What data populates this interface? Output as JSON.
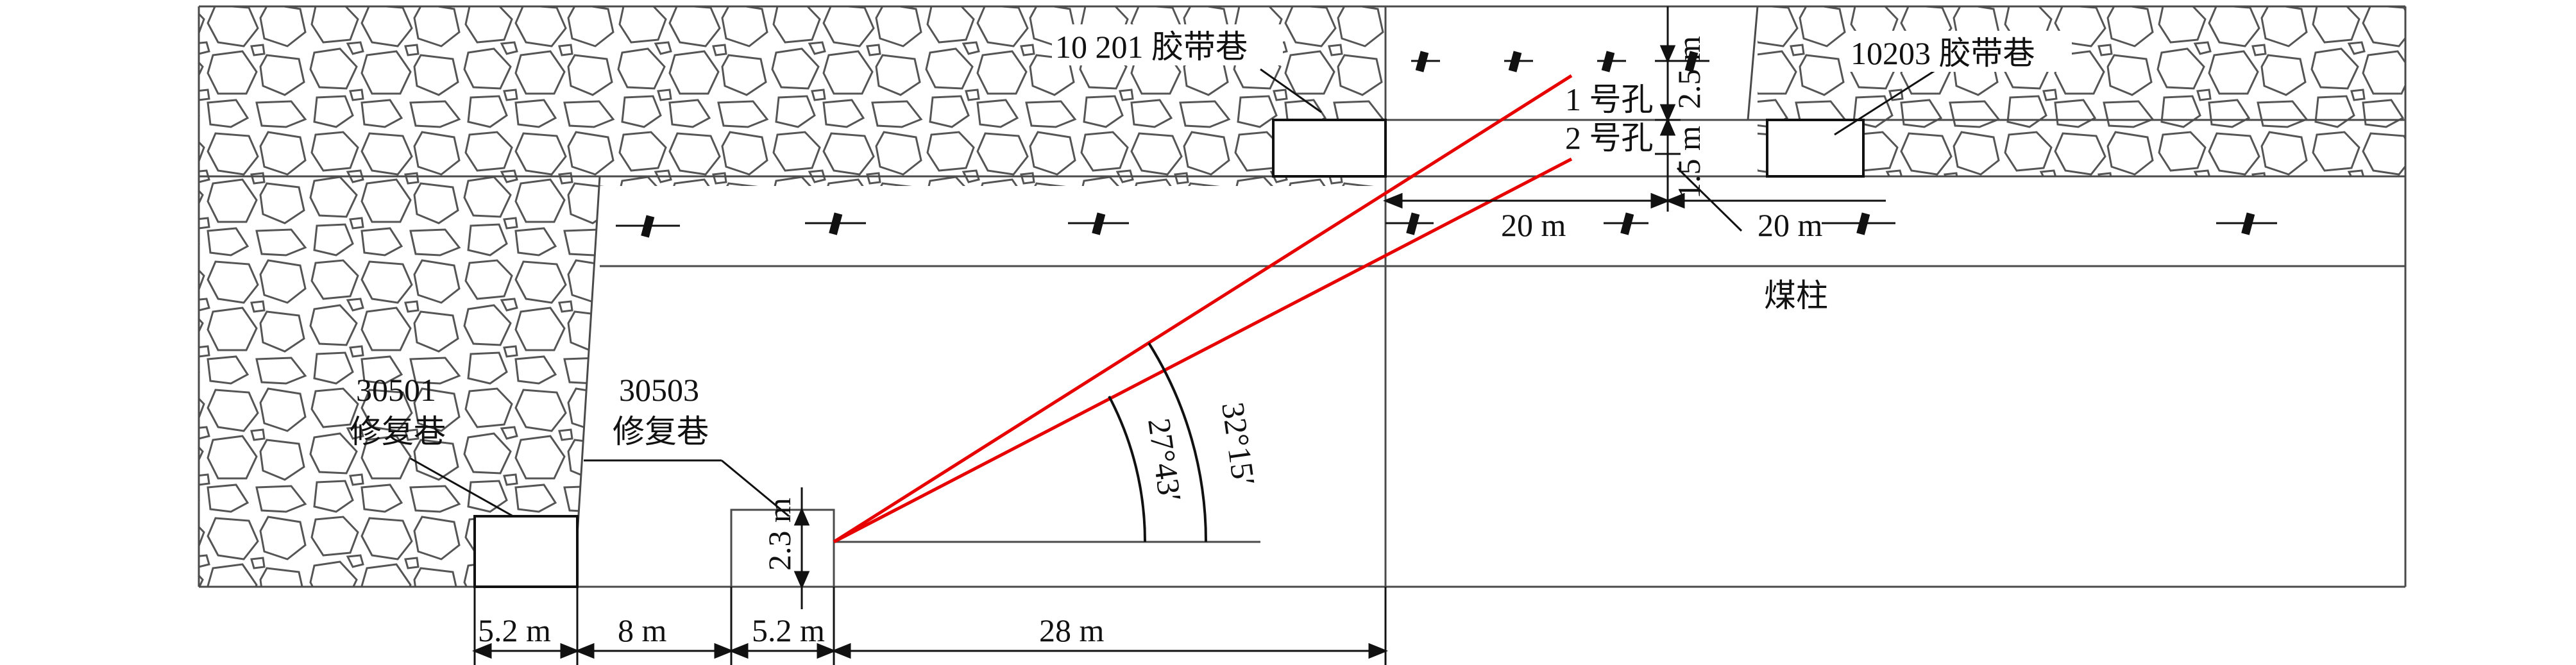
{
  "colors": {
    "line": "#4a4a4a",
    "dark": "#111111",
    "drill_hole": "#e60000",
    "rock_fill": "#ffffff"
  },
  "labels": {
    "roadway_10201": "10 201 胶带巷",
    "roadway_10203": "10203 胶带巷",
    "hole_1": "1 号孔",
    "hole_2": "2 号孔",
    "coal_pillar": "煤柱",
    "roadway_30501": [
      "30501",
      "修复巷"
    ],
    "roadway_30503": [
      "30503",
      "修复巷"
    ]
  },
  "dimensions": {
    "top_vertical": "2.5 m",
    "mid_vertical": "1.5 m",
    "horizontal_left": "20 m",
    "horizontal_right": "20 m",
    "roadway_height": "2.3 m",
    "bottom": [
      "5.2 m",
      "8 m",
      "5.2 m",
      "28 m"
    ]
  },
  "angles": {
    "inner": "27°43′",
    "outer": "32°15′"
  }
}
